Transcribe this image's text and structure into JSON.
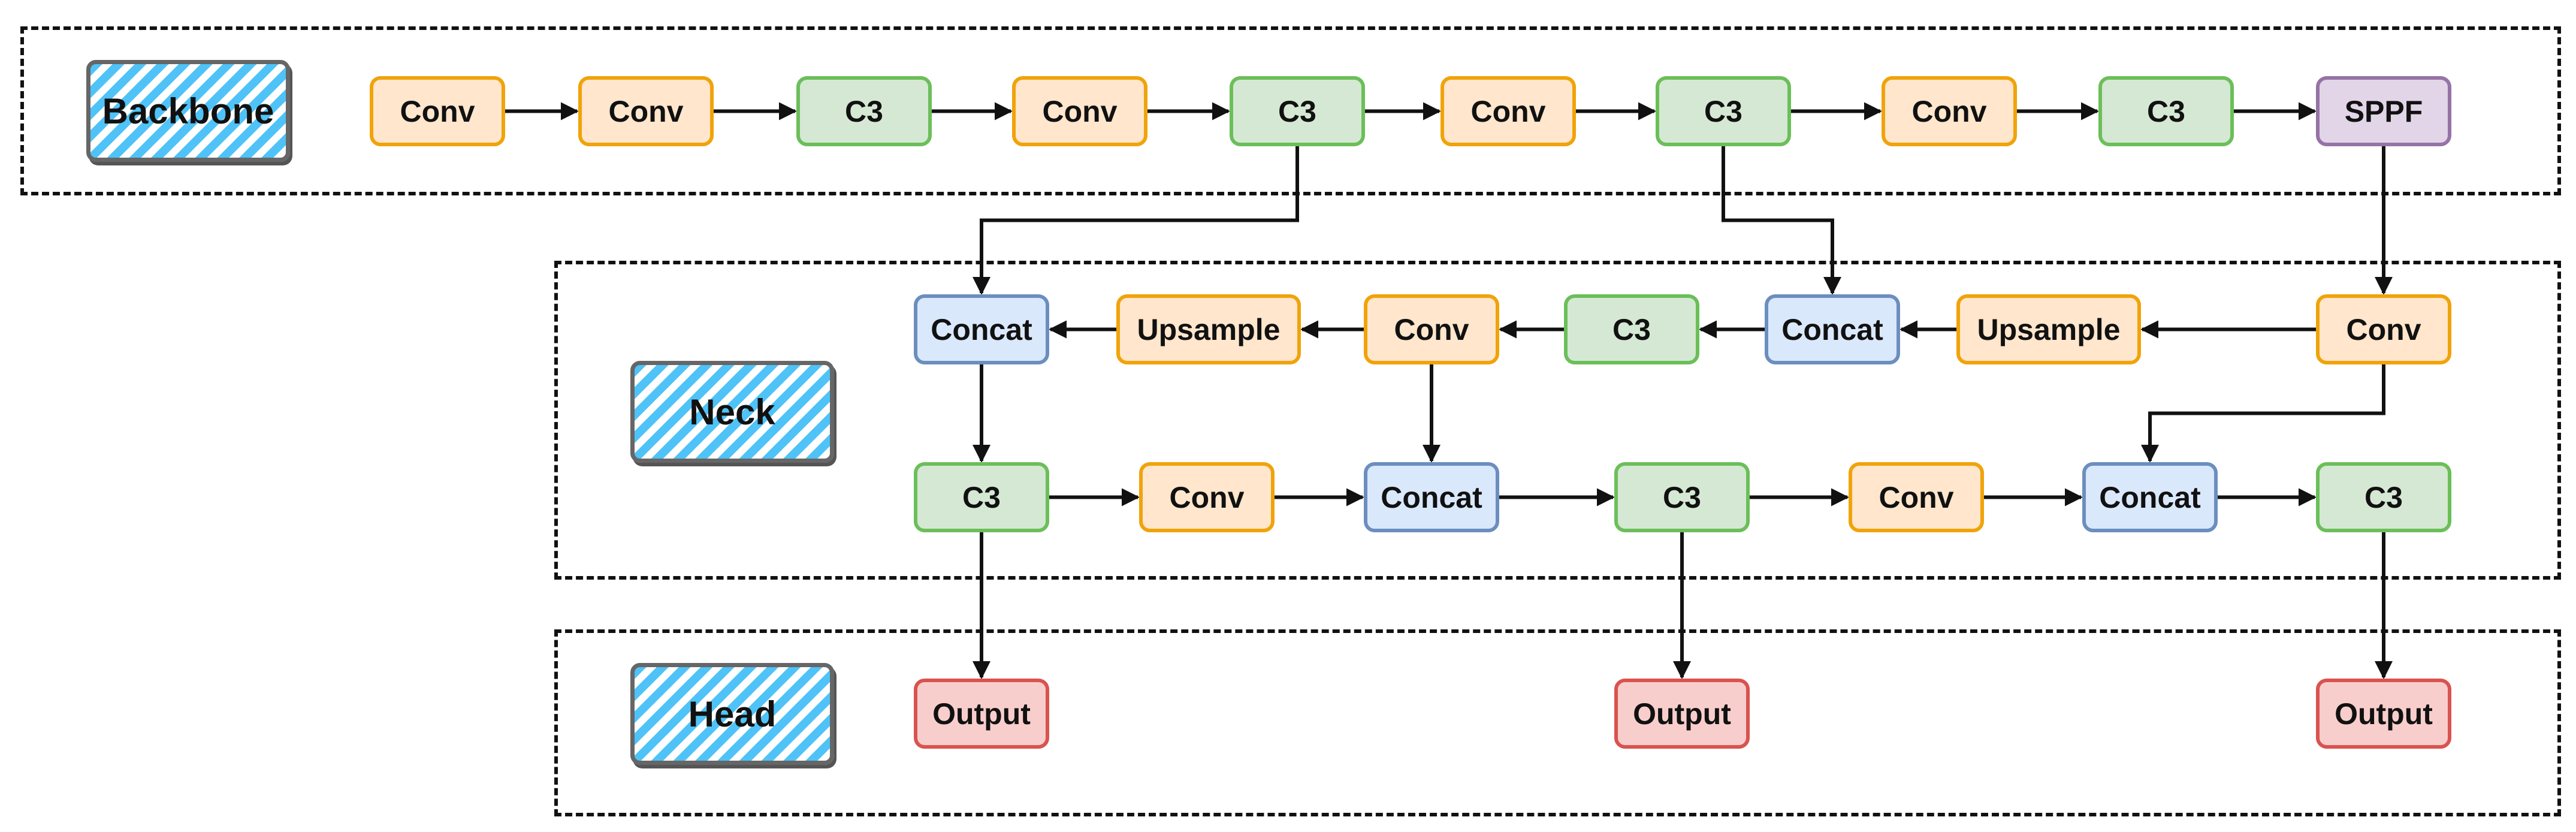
{
  "sections": {
    "backbone": "Backbone",
    "neck": "Neck",
    "head": "Head"
  },
  "nodes": {
    "b1": {
      "label": "Conv",
      "kind": "conv"
    },
    "b2": {
      "label": "Conv",
      "kind": "conv"
    },
    "b3": {
      "label": "C3",
      "kind": "c3"
    },
    "b4": {
      "label": "Conv",
      "kind": "conv"
    },
    "b5": {
      "label": "C3",
      "kind": "c3"
    },
    "b6": {
      "label": "Conv",
      "kind": "conv"
    },
    "b7": {
      "label": "C3",
      "kind": "c3"
    },
    "b8": {
      "label": "Conv",
      "kind": "conv"
    },
    "b9": {
      "label": "C3",
      "kind": "c3"
    },
    "b10": {
      "label": "SPPF",
      "kind": "sppf"
    },
    "n1": {
      "label": "Concat",
      "kind": "concat"
    },
    "n2": {
      "label": "Upsample",
      "kind": "upsample"
    },
    "n3": {
      "label": "Conv",
      "kind": "conv"
    },
    "n4": {
      "label": "C3",
      "kind": "c3"
    },
    "n5": {
      "label": "Concat",
      "kind": "concat"
    },
    "n6": {
      "label": "Upsample",
      "kind": "upsample"
    },
    "n7": {
      "label": "Conv",
      "kind": "conv"
    },
    "m1": {
      "label": "C3",
      "kind": "c3"
    },
    "m2": {
      "label": "Conv",
      "kind": "conv"
    },
    "m3": {
      "label": "Concat",
      "kind": "concat"
    },
    "m4": {
      "label": "C3",
      "kind": "c3"
    },
    "m5": {
      "label": "Conv",
      "kind": "conv"
    },
    "m6": {
      "label": "Concat",
      "kind": "concat"
    },
    "m7": {
      "label": "C3",
      "kind": "c3"
    },
    "h1": {
      "label": "Output",
      "kind": "output"
    },
    "h2": {
      "label": "Output",
      "kind": "output"
    },
    "h3": {
      "label": "Output",
      "kind": "output"
    }
  },
  "edges": [
    [
      "b1",
      "b2"
    ],
    [
      "b2",
      "b3"
    ],
    [
      "b3",
      "b4"
    ],
    [
      "b4",
      "b5"
    ],
    [
      "b5",
      "b6"
    ],
    [
      "b6",
      "b7"
    ],
    [
      "b7",
      "b8"
    ],
    [
      "b8",
      "b9"
    ],
    [
      "b9",
      "b10"
    ],
    [
      "b10",
      "n7"
    ],
    [
      "n7",
      "n6"
    ],
    [
      "n6",
      "n5"
    ],
    [
      "n5",
      "n4"
    ],
    [
      "n4",
      "n3"
    ],
    [
      "n3",
      "n2"
    ],
    [
      "n2",
      "n1"
    ],
    [
      "b5",
      "n1"
    ],
    [
      "b7",
      "n5"
    ],
    [
      "n1",
      "m1"
    ],
    [
      "m1",
      "m2"
    ],
    [
      "m2",
      "m3"
    ],
    [
      "n3",
      "m3"
    ],
    [
      "m3",
      "m4"
    ],
    [
      "m4",
      "m5"
    ],
    [
      "m5",
      "m6"
    ],
    [
      "n7",
      "m6"
    ],
    [
      "m6",
      "m7"
    ],
    [
      "m1",
      "h1"
    ],
    [
      "m4",
      "h2"
    ],
    [
      "m7",
      "h3"
    ]
  ]
}
